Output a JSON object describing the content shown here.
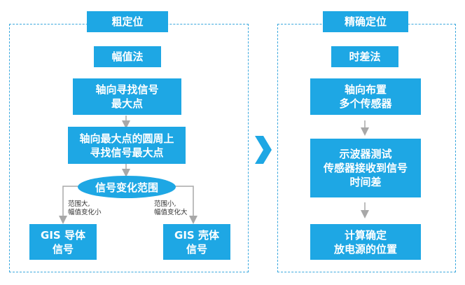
{
  "left_panel": {
    "title": "粗定位",
    "method": "幅值法",
    "step1": "轴向寻找信号\n最大点",
    "step2": "轴向最大点的圆周上\n寻找信号最大点",
    "decision": "信号变化范围",
    "note_left": "范围大,\n幅值变化小",
    "note_right": "范围小,\n幅值变化大",
    "result_left": "GIS 导体\n信号",
    "result_right": "GIS 壳体\n信号"
  },
  "right_panel": {
    "title": "精确定位",
    "method": "时差法",
    "step1": "轴向布置\n多个传感器",
    "step2": "示波器测试\n传感器接收到信号\n时间差",
    "step3": "计算确定\n放电源的位置"
  },
  "colors": {
    "box": "#1ea7e4",
    "frame": "#3aa8de",
    "arrow": "#a8a8a8"
  }
}
